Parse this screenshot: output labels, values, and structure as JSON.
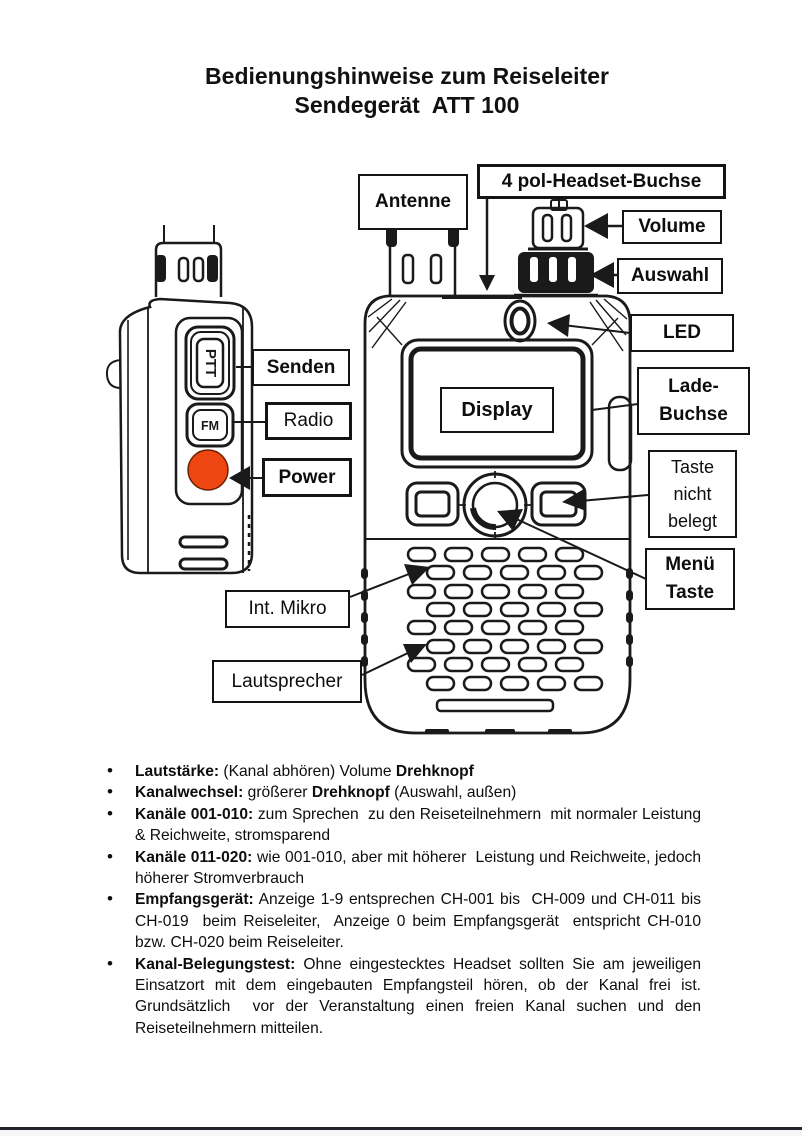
{
  "title": {
    "line1": "Bedienungshinweise zum Reiseleiter",
    "line2": "Sendegerät  ATT 100"
  },
  "diagram": {
    "labels": {
      "antenne": "Antenne",
      "headset": "4 pol-Headset-Buchse",
      "volume": "Volume",
      "auswahl": "Auswahl",
      "led": "LED",
      "senden": "Senden",
      "radio": "Radio",
      "lade_buchse": "Lade-\nBuchse",
      "power": "Power",
      "taste_nicht_belegt": "Taste\nnicht\nbelegt",
      "menue_taste": "Menü\nTaste",
      "int_mikro": "Int. Mikro",
      "lautsprecher": "Lautsprecher",
      "display": "Display"
    },
    "device_text": {
      "ptt": "PTT",
      "fm": "FM"
    },
    "colors": {
      "power_button": "#ef4711",
      "line": "#1a1a1a"
    }
  },
  "bullets": [
    {
      "p1": "Lautstärke:",
      "p2": " (Kanal abhören) Volume ",
      "p3": "Drehknopf",
      "p4": ""
    },
    {
      "p1": "Kanalwechsel:",
      "p2": " größerer ",
      "p3": "Drehknopf",
      "p4": " (Auswahl, außen)"
    },
    {
      "p1": "Kanäle 001-010:",
      "p2": " zum Sprechen  zu den Reiseteilnehmern  mit normaler Leistung & Reichweite, stromsparend",
      "p3": "",
      "p4": ""
    },
    {
      "p1": "Kanäle 011-020:",
      "p2": " wie 001-010, aber mit höherer  Leistung und Reichweite, jedoch höherer Stromverbrauch",
      "p3": "",
      "p4": ""
    },
    {
      "p1": "Empfangsgerät:",
      "p2": " Anzeige 1-9 entsprechen CH-001 bis  CH-009 und CH-011 bis CH-019  beim Reiseleiter,  Anzeige 0 beim Empfangsgerät  entspricht CH-010 bzw. CH-020 beim Reiseleiter.",
      "p3": "",
      "p4": ""
    },
    {
      "p1": "Kanal-Belegungstest:",
      "p2": " Ohne eingestecktes Headset sollten Sie am jeweiligen Einsatzort mit dem eingebauten Empfangsteil hören, ob der Kanal frei ist. Grundsätzlich  vor der Veranstaltung einen freien Kanal suchen und den Reiseteilnehmern mitteilen.",
      "p3": "",
      "p4": ""
    }
  ]
}
